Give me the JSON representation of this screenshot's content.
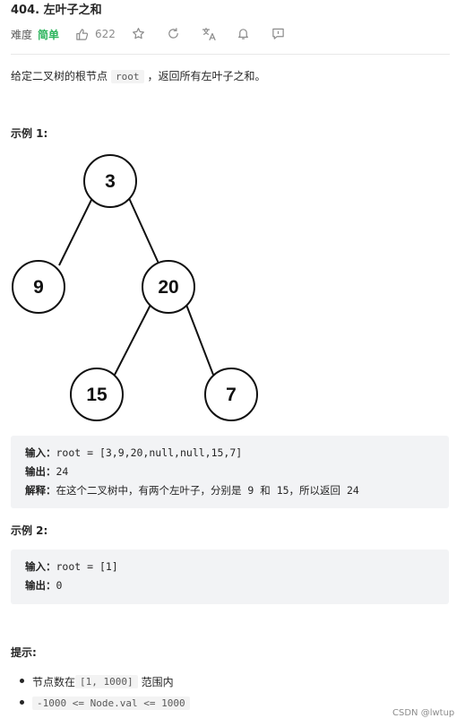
{
  "header": {
    "title": "404. 左叶子之和",
    "difficulty_label": "难度",
    "difficulty_value": "简单",
    "like_count": "622",
    "icons": [
      "thumbs-up-icon",
      "star-icon",
      "share-icon",
      "translate-icon",
      "bell-icon",
      "comment-icon"
    ]
  },
  "description": {
    "before": "给定二叉树的根节点",
    "code": "root",
    "after": "，返回所有左叶子之和。"
  },
  "example1": {
    "title": "示例 1:",
    "tree_nodes": [
      "3",
      "9",
      "20",
      "15",
      "7"
    ],
    "input_label": "输入：",
    "input_value": "root = [3,9,20,null,null,15,7]",
    "output_label": "输出：",
    "output_value": "24",
    "explain_label": "解释：",
    "explain_value": "在这个二叉树中，有两个左叶子，分别是 9 和 15，所以返回 24"
  },
  "example2": {
    "title": "示例 2:",
    "input_label": "输入：",
    "input_value": "root = [1]",
    "output_label": "输出：",
    "output_value": "0"
  },
  "tips": {
    "title": "提示:",
    "items": [
      {
        "before": "节点数在 ",
        "code": "[1, 1000]",
        "after": " 范围内"
      },
      {
        "before": "",
        "code": "-1000 <= Node.val <= 1000",
        "after": ""
      }
    ]
  },
  "watermark": "CSDN @lwtup",
  "colors": {
    "easy": "#2db55d",
    "code_bg": "#f2f3f5",
    "divider": "#e8e8e8"
  }
}
